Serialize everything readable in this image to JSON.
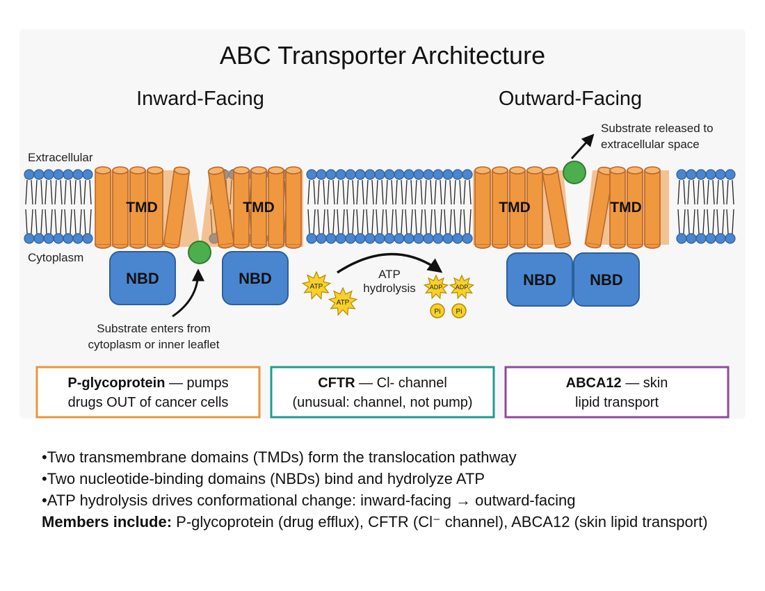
{
  "title": "ABC Transporter Architecture",
  "states": {
    "inward": "Inward-Facing",
    "outward": "Outward-Facing"
  },
  "membrane": {
    "extracellular": "Extracellular",
    "cytoplasm": "Cytoplasm"
  },
  "domains": {
    "tmd": "TMD",
    "nbd": "NBD"
  },
  "annotations": {
    "substrate_enters_1": "Substrate enters from",
    "substrate_enters_2": "cytoplasm or inner leaflet",
    "substrate_released_1": "Substrate released to",
    "substrate_released_2": "extracellular space",
    "atp_hydrolysis_1": "ATP",
    "atp_hydrolysis_2": "hydrolysis"
  },
  "molecules": {
    "atp": "ATP",
    "adp": "ADP",
    "pi": "Pi"
  },
  "examples": [
    {
      "name": "P-glycoprotein",
      "desc_1": " — pumps",
      "desc_2": "drugs OUT of cancer cells",
      "color": "#e8973a"
    },
    {
      "name": "CFTR",
      "desc_1": " — Cl- channel",
      "desc_2": "(unusual: channel, not pump)",
      "color": "#1f9b91"
    },
    {
      "name": "ABCA12",
      "desc_1": " — skin",
      "desc_2": "lipid transport",
      "color": "#8e4a9e"
    }
  ],
  "bullets": [
    "•Two transmembrane domains (TMDs) form the translocation pathway",
    "•Two nucleotide-binding domains (NBDs) bind and hydrolyze ATP",
    "•ATP hydrolysis drives conformational change: inward-facing → outward-facing"
  ],
  "members": {
    "label": "Members include:",
    "text": " P-glycoprotein (drug efflux), CFTR (Cl⁻ channel), ABCA12 (skin lipid transport)"
  },
  "colors": {
    "tmd_fill": "#f0983f",
    "tmd_stroke": "#b8662a",
    "nbd_fill": "#4a86cf",
    "nbd_stroke": "#2b5f9e",
    "lipid_head": "#4a86cf",
    "substrate": "#4cae4c",
    "atp_star": "#f7d12a"
  }
}
